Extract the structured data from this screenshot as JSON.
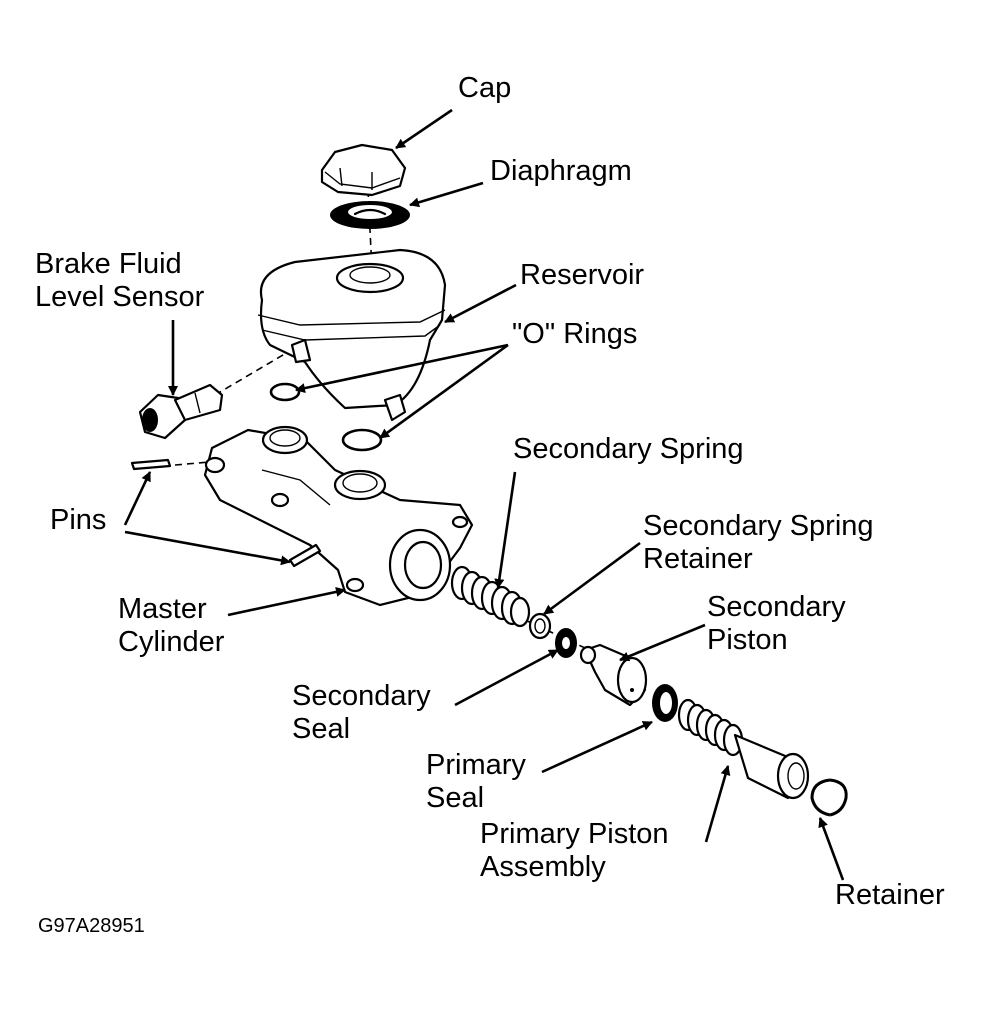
{
  "labels": {
    "cap": "Cap",
    "diaphragm": "Diaphragm",
    "brake_fluid_level_sensor": [
      "Brake Fluid",
      "Level Sensor"
    ],
    "reservoir": "Reservoir",
    "o_rings": "\"O\" Rings",
    "secondary_spring": "Secondary Spring",
    "pins": "Pins",
    "secondary_spring_retainer": [
      "Secondary Spring",
      "Retainer"
    ],
    "master_cylinder": [
      "Master",
      "Cylinder"
    ],
    "secondary_piston": [
      "Secondary",
      "Piston"
    ],
    "secondary_seal": [
      "Secondary",
      "Seal"
    ],
    "primary_seal": [
      "Primary",
      "Seal"
    ],
    "primary_piston_assembly": [
      "Primary Piston",
      "Assembly"
    ],
    "retainer": "Retainer"
  },
  "figure_code": "G97A28951"
}
